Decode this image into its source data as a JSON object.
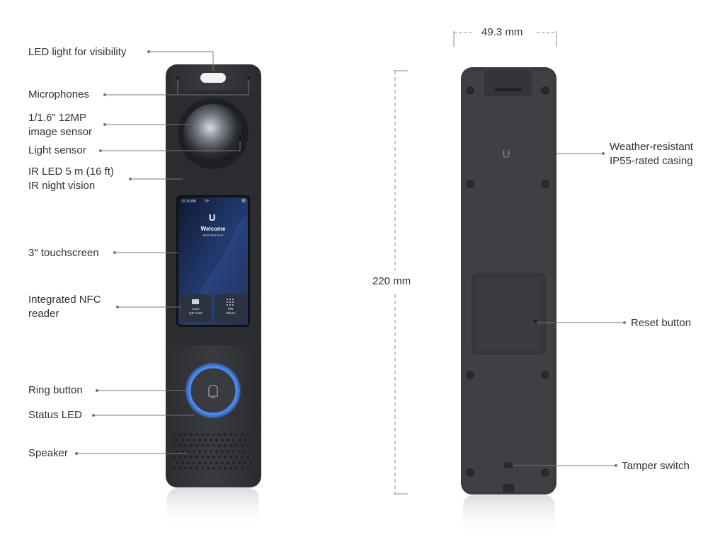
{
  "front_labels": {
    "led_light": "LED light for visibility",
    "microphones": "Microphones",
    "image_sensor": "1/1.6\" 12MP\nimage sensor",
    "light_sensor": "Light sensor",
    "ir_led": "IR LED 5 m (16 ft)\nIR night vision",
    "touchscreen": "3″ touchscreen",
    "nfc": "Integrated NFC\nreader",
    "ring_button": "Ring button",
    "status_led": "Status LED",
    "speaker": "Speaker"
  },
  "back_labels": {
    "casing": "Weather-resistant\nIP55-rated casing",
    "reset": "Reset button",
    "tamper": "Tamper switch"
  },
  "dimensions": {
    "width": "49.3 mm",
    "height": "220 mm"
  },
  "screen": {
    "status_time": "10:30 AM",
    "status_temp": "79°",
    "logo": "U",
    "welcome": "Welcome",
    "subtitle": "Main Entrance",
    "btn_scan_1": "Scan",
    "btn_scan_2": "QR Code",
    "btn_pin_1": "PIN",
    "btn_pin_2": "Unlock"
  },
  "back_logo": "U",
  "colors": {
    "device_body": "#35363a",
    "ring_glow": "#3f7fe8",
    "screen_bg": "#1c2a4a"
  }
}
